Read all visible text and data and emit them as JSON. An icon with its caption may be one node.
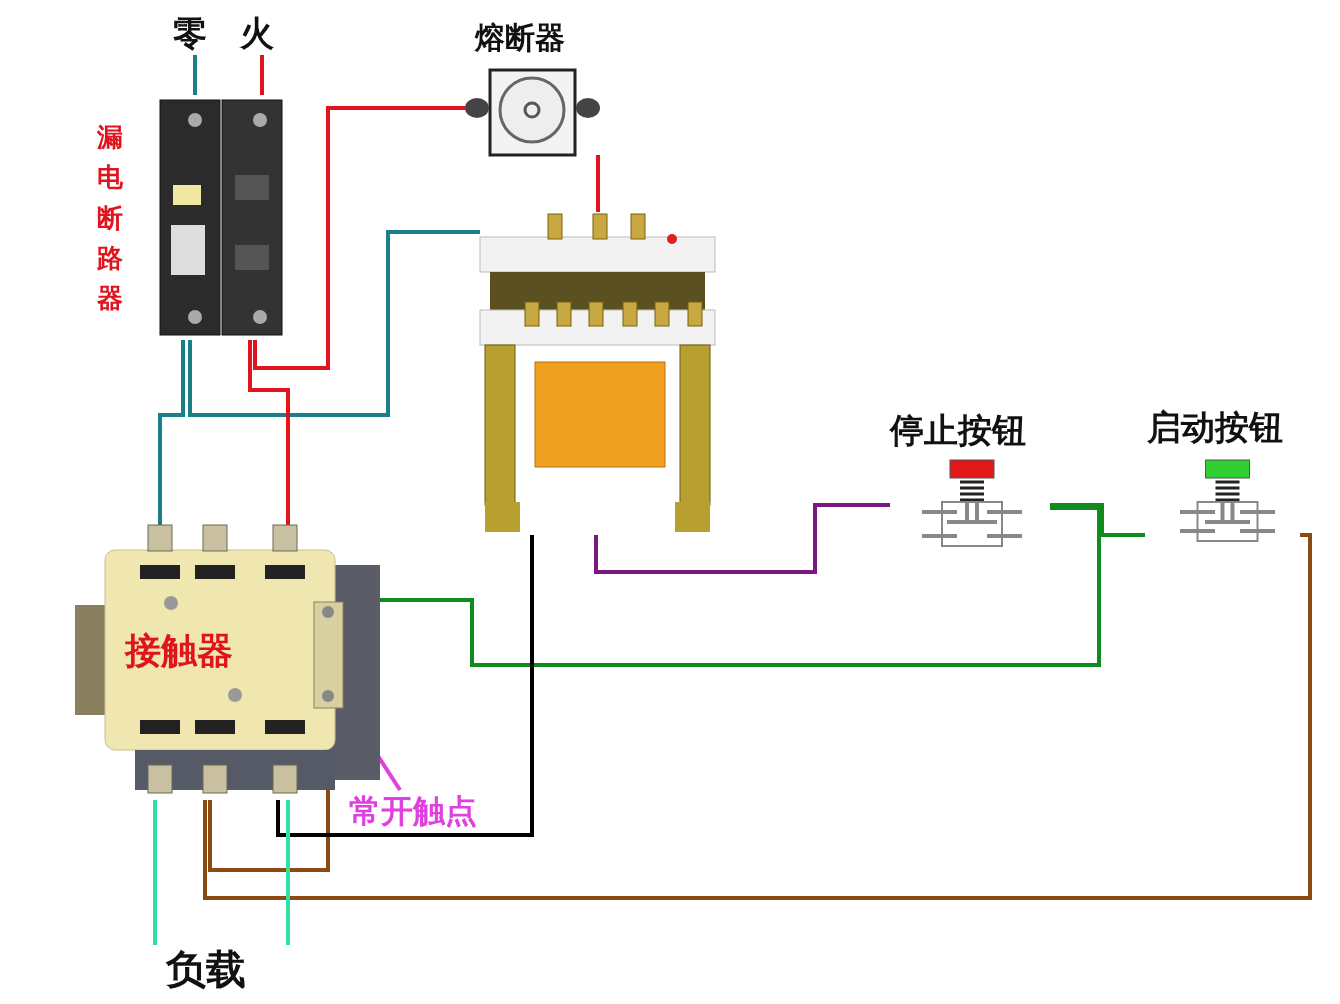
{
  "diagram": {
    "nodes": [
      {
        "text": [
          "零"
        ]
      },
      {
        "text": [
          "火"
        ]
      },
      {
        "text": [
          "漏电断路器"
        ]
      },
      {
        "text": [
          "熔断器"
        ]
      },
      {
        "text": [],
        "shape": "picture"
      },
      {
        "text": [
          "接触器"
        ]
      },
      {
        "text": [],
        "shape": "box",
        "in": 5
      },
      {
        "text": [
          "常开触点"
        ]
      },
      {
        "text": [
          "停止按钮"
        ]
      },
      {
        "text": [
          "启动按钮"
        ]
      },
      {
        "text": [
          "负载"
        ]
      }
    ],
    "edges": [
      {
        "from": 0,
        "to": 2,
        "arrow": "none",
        "color": "#1a7f8a"
      },
      {
        "from": 1,
        "to": 2,
        "arrow": "none",
        "color": "#e0141e"
      },
      {
        "from": 2,
        "to": 3,
        "arrow": "none",
        "color": "#e0141e"
      },
      {
        "from": 3,
        "to": 4,
        "arrow": "none",
        "color": "#e0141e"
      },
      {
        "from": 2,
        "to": 4,
        "arrow": "none",
        "color": "#1a7f8a"
      },
      {
        "from": 2,
        "to": 5,
        "arrow": "none",
        "color": "#1a7f8a"
      },
      {
        "from": 2,
        "to": 5,
        "arrow": "none",
        "color": "#e0141e"
      },
      {
        "from": 4,
        "to": 8,
        "arrow": "none",
        "color": "#7a1a80"
      },
      {
        "from": 8,
        "to": 9,
        "arrow": "none",
        "color": "#118a1e"
      },
      {
        "from": 8,
        "to": 6,
        "arrow": "none",
        "color": "#118a1e"
      },
      {
        "from": 6,
        "to": 5,
        "arrow": "none",
        "color": "#8a4a14"
      },
      {
        "from": 9,
        "to": 5,
        "arrow": "none",
        "color": "#8a4a14"
      },
      {
        "from": 4,
        "to": 5,
        "arrow": "none",
        "color": "#000000"
      },
      {
        "from": 7,
        "to": 6,
        "arrow": "to",
        "color": "#e040e0"
      },
      {
        "from": 5,
        "to": 10,
        "arrow": "none",
        "color": "#30e0a0"
      },
      {
        "from": 5,
        "to": 10,
        "arrow": "none",
        "color": "#30e0a0"
      }
    ]
  }
}
